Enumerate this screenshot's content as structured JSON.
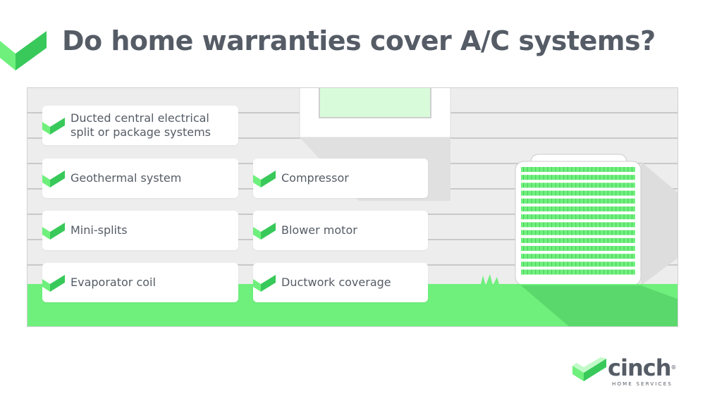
{
  "title": "Do home warranties cover A/C systems?",
  "features": [
    {
      "label": "Ducted central electrical\nsplit or package systems"
    },
    {
      "label": "Geothermal system"
    },
    {
      "label": "Compressor"
    },
    {
      "label": "Mini-splits"
    },
    {
      "label": "Blower motor"
    },
    {
      "label": "Evaporator coil"
    },
    {
      "label": "Ductwork coverage"
    }
  ],
  "logo": {
    "wordmark": "cinch",
    "registered": "®",
    "subtitle": "HOME SERVICES"
  },
  "colors": {
    "brand_green": "#6ff07d",
    "dark_green": "#38c95a",
    "text_gray": "#555c66",
    "siding": "#ededed",
    "siding_line": "#c9c9c9"
  },
  "icons": [
    "check-icon",
    "window-icon",
    "ac-unit-icon",
    "grass-tuft-icon",
    "cinch-logo-icon"
  ]
}
